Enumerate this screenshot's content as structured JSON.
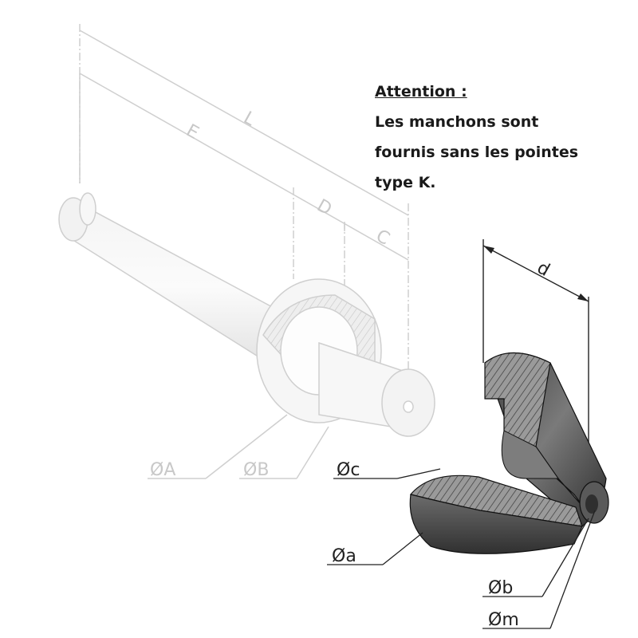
{
  "note": {
    "title": "Attention :",
    "line1": "Les manchons sont",
    "line2": "fournis sans les pointes",
    "line3": "type K."
  },
  "dimensions": {
    "L": "L",
    "E": "E",
    "D": "D",
    "C": "C",
    "d": "d"
  },
  "callouts": {
    "A": "ØA",
    "B": "ØB",
    "c": "Øc",
    "a": "Øa",
    "b": "Øb",
    "m": "Øm"
  },
  "colors": {
    "faint": "#cfcfcf",
    "dark": "#222222",
    "body": "#555555"
  }
}
